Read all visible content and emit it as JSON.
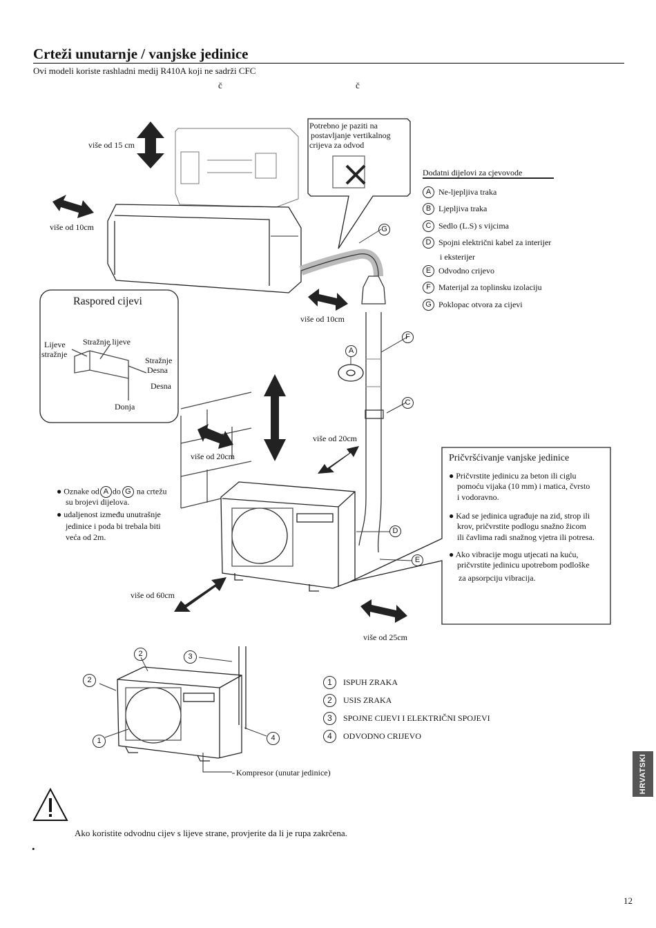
{
  "header": {
    "title": "Crteži unutarnje / vanjske jedinice",
    "subtitle": "Ovi modeli koriste rashladni medij R410A koji ne sadrži CFC",
    "stray_char_1": "č",
    "stray_char_2": "č"
  },
  "labels": {
    "clearance_15": "više od 15 cm",
    "clearance_10_left": "više od 10cm",
    "clearance_10_right": "više od 10cm",
    "clearance_20_left": "više od 20cm",
    "clearance_20_right": "više od 20cm",
    "clearance_60": "više od 60cm",
    "clearance_25": "više od 25cm",
    "compressor": "Kompresor (unutar jedinice)"
  },
  "drain_note": {
    "line1": "Potrebno je paziti na",
    "line2": "postavljanje vertikalnog",
    "line3": "crijeva za odvod"
  },
  "pipe_layout": {
    "title": "Raspored cijevi",
    "left_rear_1": "Lijeve",
    "left_rear_2": "stražnje",
    "rear_left": "Stražnje lijeve",
    "rear_right_1": "Stražnje",
    "rear_right_2": "Desna",
    "right": "Desna",
    "bottom": "Donja"
  },
  "parts": {
    "title": "Dodatni dijelovi za cjevovode",
    "items": [
      {
        "letter": "A",
        "text": "Ne-ljepljiva traka"
      },
      {
        "letter": "B",
        "text": "Ljepljiva traka"
      },
      {
        "letter": "C",
        "text": "Sedlo (L.S) s vijcima"
      },
      {
        "letter": "D",
        "text": "Spojni električni kabel za interijer"
      },
      {
        "letter": "",
        "text": "i eksterijer"
      },
      {
        "letter": "E",
        "text": "Odvodno crijevo"
      },
      {
        "letter": "F",
        "text": "Materijal za toplinsku izolaciju"
      },
      {
        "letter": "G",
        "text": "Poklopac otvora za cijevi"
      }
    ]
  },
  "callout_letters": {
    "a": "A",
    "c": "C",
    "d": "D",
    "e": "E",
    "f": "F",
    "g": "G"
  },
  "notes_left": {
    "n1_a": "Oznake od",
    "n1_from": "A",
    "n1_b": "do",
    "n1_to": "G",
    "n1_c": "na crtežu",
    "n1_line2": "su brojevi dijelova.",
    "n2_line1": "udaljenost između unutrašnje",
    "n2_line2": "jedinice i poda bi trebala biti",
    "n2_line3": "veća od 2m."
  },
  "outdoor_fix": {
    "title": "Pričvršćivanje vanjske jedinice",
    "b1_l1": "Pričvrstite jedinicu za beton ili ciglu",
    "b1_l2": "pomoću vijaka (10 mm) i matica, čvrsto",
    "b1_l3": "i vodoravno.",
    "b2_l1": "Kad se jedinica ugrađuje na zid, strop ili",
    "b2_l2": "krov, pričvrstite podlogu snažno žicom",
    "b2_l3": "ili čavlima radi snažnog vjetra ili potresa.",
    "b3_l1": "Ako vibracije mogu utjecati na kuću,",
    "b3_l2": "pričvrstite jedinicu upotrebom podloške",
    "b3_l3": "za apsorpciju  vibracija."
  },
  "legend": {
    "items": [
      {
        "num": "1",
        "text": "ISPUH ZRAKA"
      },
      {
        "num": "2",
        "text": "USIS ZRAKA"
      },
      {
        "num": "3",
        "text": "SPOJNE CIJEVI I ELEKTRIČNI SPOJEVI"
      },
      {
        "num": "4",
        "text": "ODVODNO CRIJEVO"
      }
    ],
    "callouts": {
      "c1": "1",
      "c2a": "2",
      "c2b": "2",
      "c3": "3",
      "c4": "4"
    }
  },
  "warning": {
    "text": "Ako koristite odvodnu cijev s lijeve strane, provjerite da li je rupa zakrčena.",
    "bullet": "•"
  },
  "side_tab": "HRVATSKI",
  "page_number": "12"
}
